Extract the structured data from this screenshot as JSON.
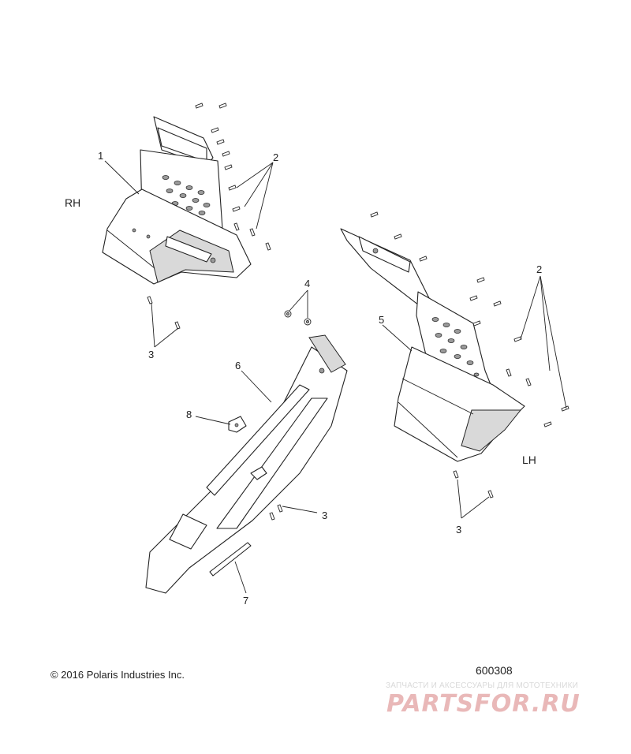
{
  "callouts": {
    "c1": "1",
    "c2a": "2",
    "c2b": "2",
    "c3a": "3",
    "c3b": "3",
    "c3c": "3",
    "c4": "4",
    "c5": "5",
    "c6": "6",
    "c7": "7",
    "c8": "8"
  },
  "sides": {
    "right": "RH",
    "left": "LH"
  },
  "footer": {
    "copyright": "© 2016 Polaris Industries Inc.",
    "diagram_number": "600308"
  },
  "watermark": {
    "tagline": "ЗАПЧАСТИ И АКСЕССУАРЫ ДЛЯ МОТОТЕХНИКИ",
    "logo": "PARTSFOR.RU"
  },
  "colors": {
    "line": "#222222",
    "watermark": "#e9b8b8"
  }
}
